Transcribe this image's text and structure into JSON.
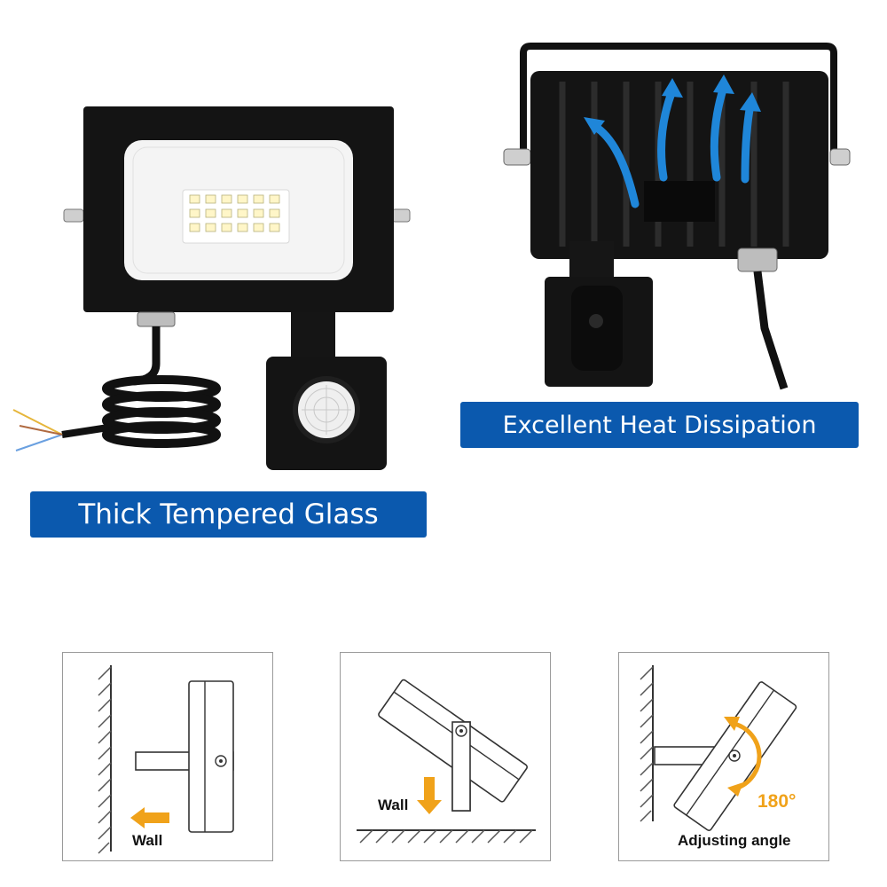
{
  "features": {
    "glass": "Thick Tempered Glass",
    "heat": "Excellent Heat Dissipation"
  },
  "installation": {
    "panel1_label": "Wall",
    "panel2_label": "Wall",
    "panel3_label": "Adjusting angle",
    "panel3_degree": "180°"
  },
  "colors": {
    "banner": "#0b59ae",
    "accent_arrow": "#f0a21a",
    "heat_arrow": "#1f86d9"
  }
}
